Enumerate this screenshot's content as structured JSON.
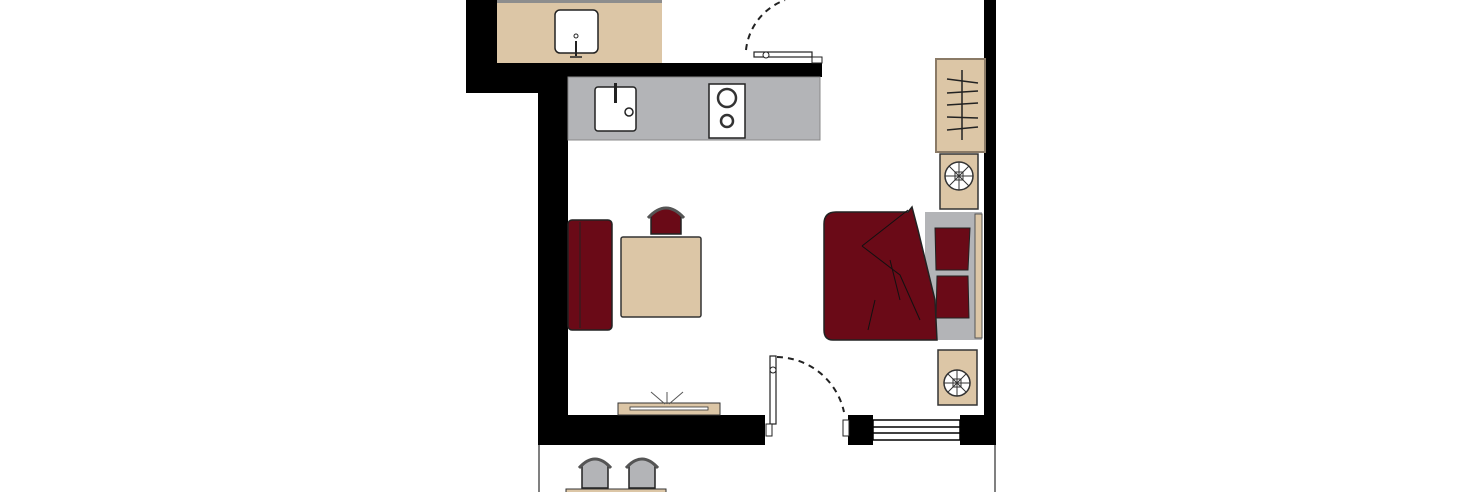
{
  "plan": {
    "type": "apartment-floor-plan",
    "rooms": [
      "bathroom",
      "kitchen",
      "dining-area",
      "bedroom-area",
      "balcony"
    ]
  },
  "colors": {
    "wall": "#000000",
    "wood": "#dcc6a6",
    "counter": "#b3b4b7",
    "textile": "#6a0a17",
    "floor": "#ffffff",
    "outline": "#2b2b2b"
  }
}
